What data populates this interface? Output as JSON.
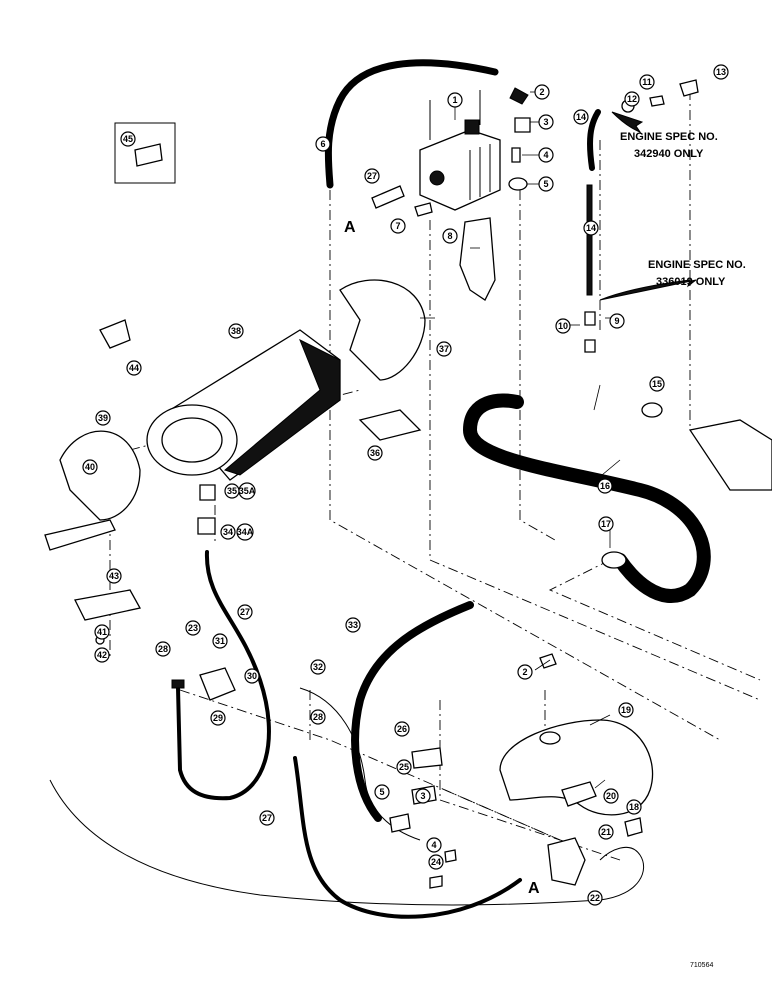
{
  "annotations": {
    "spec_a_line1": "ENGINE SPEC NO.",
    "spec_a_line2": "342940 ONLY",
    "spec_b_line1": "ENGINE SPEC NO.",
    "spec_b_line2": "336019 ONLY",
    "connection_letter_top": "A",
    "connection_letter_bottom": "A",
    "drawing_number": "710564"
  },
  "callouts": [
    "1",
    "2",
    "3",
    "4",
    "5",
    "6",
    "27",
    "7",
    "8",
    "11",
    "12",
    "13",
    "14",
    "14",
    "9",
    "10",
    "45",
    "37",
    "38",
    "36",
    "44",
    "15",
    "16",
    "39",
    "40",
    "35",
    "35A",
    "34",
    "34A",
    "43",
    "17",
    "41",
    "42",
    "27",
    "23",
    "31",
    "28",
    "30",
    "32",
    "29",
    "28",
    "33",
    "2",
    "19",
    "26",
    "25",
    "3",
    "5",
    "4",
    "20",
    "18",
    "21",
    "27",
    "24",
    "22"
  ]
}
